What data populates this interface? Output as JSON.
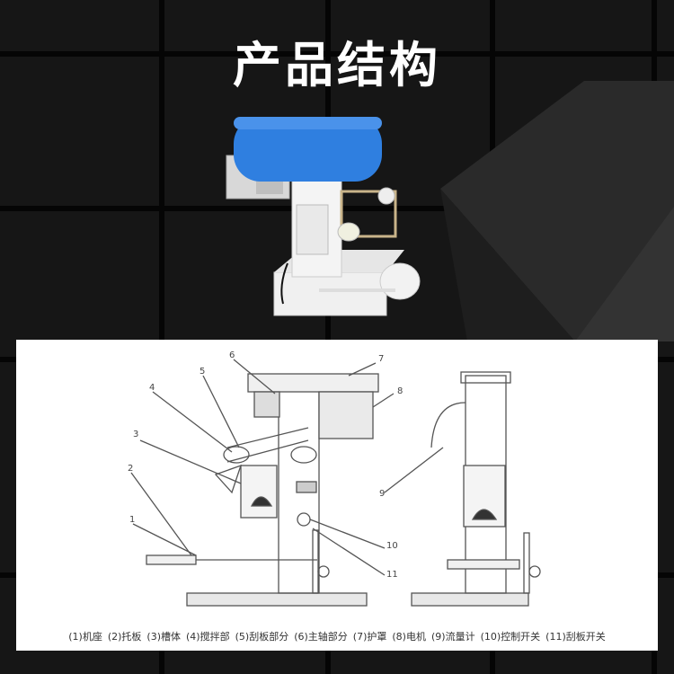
{
  "title": "产品结构",
  "diagram": {
    "callouts": [
      "1",
      "2",
      "3",
      "4",
      "5",
      "6",
      "7",
      "8",
      "9",
      "10",
      "11"
    ]
  },
  "legend": [
    "(1)机座",
    "(2)托板",
    "(3)槽体",
    "(4)搅拌部",
    "(5)刮板部分",
    "(6)主轴部分",
    "(7)护罩",
    "(8)电机",
    "(9)流量计",
    "(10)控制开关",
    "(11)刮板开关"
  ],
  "colors": {
    "accent_blue": "#2f7fe0",
    "background": "#141414"
  }
}
